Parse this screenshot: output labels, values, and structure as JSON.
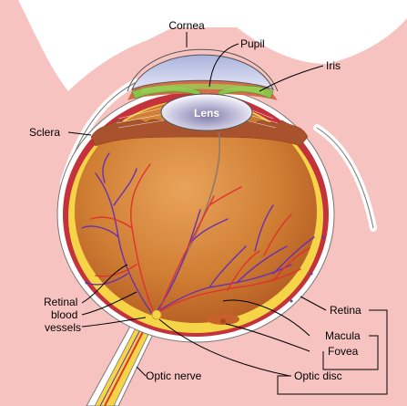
{
  "labels": {
    "cornea": "Cornea",
    "pupil": "Pupil",
    "iris": "Iris",
    "lens": "Lens",
    "sclera": "Sclera",
    "retinal_blood_vessels_line1": "Retinal",
    "retinal_blood_vessels_line2": "blood",
    "retinal_blood_vessels_line3": "vessels",
    "retina": "Retina",
    "macula": "Macula",
    "fovea": "Fovea",
    "optic_nerve": "Optic nerve",
    "optic_disc": "Optic disc"
  },
  "colors": {
    "skin": "#f7c3c1",
    "sclera_fill": "#ffffff",
    "choroid": "#c5323c",
    "retina_layer": "#f5d547",
    "vitreous": "#c9722d",
    "vitreous_light": "#e8a25a",
    "iris": "#8bc34a",
    "cornea": "#cfd4f0",
    "lens": "#b9b7d6",
    "vein": "#6a2fb0",
    "artery": "#e0322e",
    "optic_nerve": "#f5d547"
  }
}
